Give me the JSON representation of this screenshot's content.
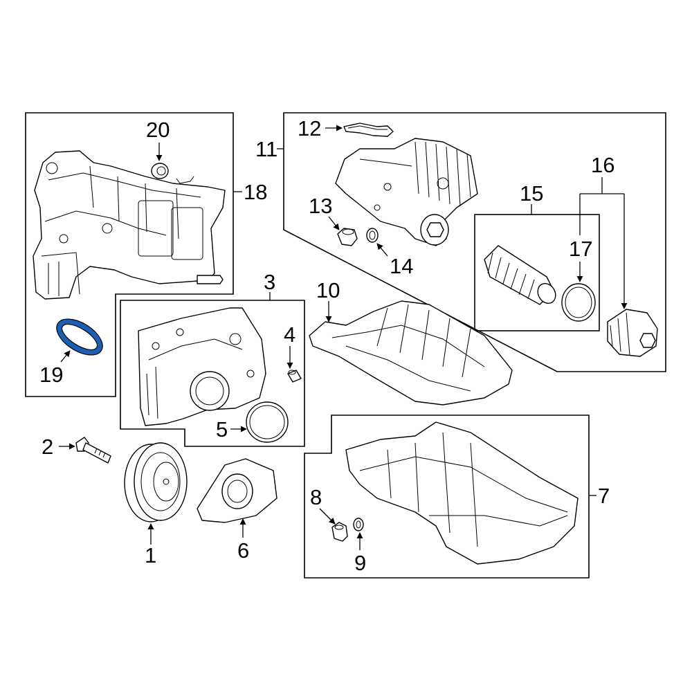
{
  "highlight_color": "#1a5fb4",
  "callouts": {
    "c1": "1",
    "c2": "2",
    "c3": "3",
    "c4": "4",
    "c5": "5",
    "c6": "6",
    "c7": "7",
    "c8": "8",
    "c9": "9",
    "c10": "10",
    "c11": "11",
    "c12": "12",
    "c13": "13",
    "c14": "14",
    "c15": "15",
    "c16": "16",
    "c17": "17",
    "c18": "18",
    "c19": "19",
    "c20": "20"
  },
  "highlighted_part": "19"
}
